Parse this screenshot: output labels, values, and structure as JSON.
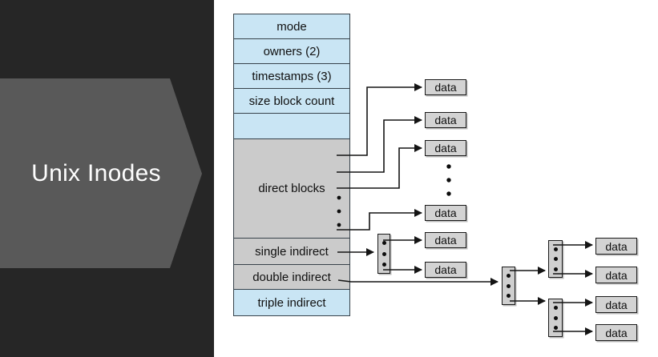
{
  "slide": {
    "title": "Unix Inodes"
  },
  "colors": {
    "panel_bg": "#262626",
    "chevron_fill": "#595959",
    "title_text": "#fdfdfd",
    "row_blue": "#c9e5f4",
    "row_gray": "#cbcbcb",
    "box_fill": "#d3d3d3",
    "line_color": "#141414",
    "diagram_bg": "#ffffff"
  },
  "inode_table": {
    "rows": [
      {
        "label": "mode",
        "style": "blue"
      },
      {
        "label": "owners (2)",
        "style": "blue"
      },
      {
        "label": "timestamps (3)",
        "style": "blue"
      },
      {
        "label": "size block count",
        "style": "blue"
      },
      {
        "label": "",
        "style": "blue"
      },
      {
        "label": "direct blocks",
        "style": "gray"
      },
      {
        "label": "single indirect",
        "style": "gray"
      },
      {
        "label": "double indirect",
        "style": "gray"
      },
      {
        "label": "triple indirect",
        "style": "blue"
      }
    ]
  },
  "labels": {
    "data": "data"
  }
}
